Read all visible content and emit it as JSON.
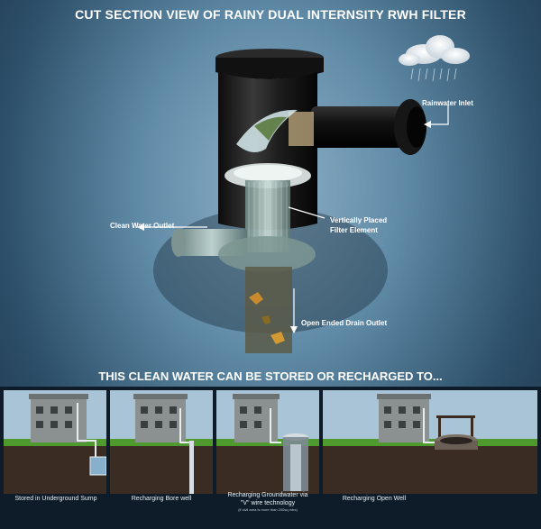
{
  "title": "CUT SECTION VIEW OF RAINY DUAL INTERNSITY RWH FILTER",
  "labels": {
    "rainwater_inlet": "Rainwater Inlet",
    "clean_water_outlet": "Clean Water Outlet",
    "filter_element_line1": "Vertically Placed",
    "filter_element_line2": "Filter Element",
    "drain_outlet": "Open Ended Drain Outlet"
  },
  "subtitle": "THIS CLEAN WATER CAN BE STORED OR RECHARGED TO...",
  "panels": [
    {
      "caption": "Stored in Underground Sump"
    },
    {
      "caption": "Recharging Bore well"
    },
    {
      "caption_line1": "Recharging Groundwater via",
      "caption_line2": "\"V\" wire technology",
      "caption_fine": "(if civil area is more than 200sq mtrs)"
    },
    {
      "caption": "Recharging Open Well"
    }
  ],
  "colors": {
    "background_center": "#8fb0c8",
    "background_edge": "#1a3045",
    "filter_body": "#1b1b1b",
    "grass": "#4f9a2e",
    "soil": "#3a2c22"
  }
}
